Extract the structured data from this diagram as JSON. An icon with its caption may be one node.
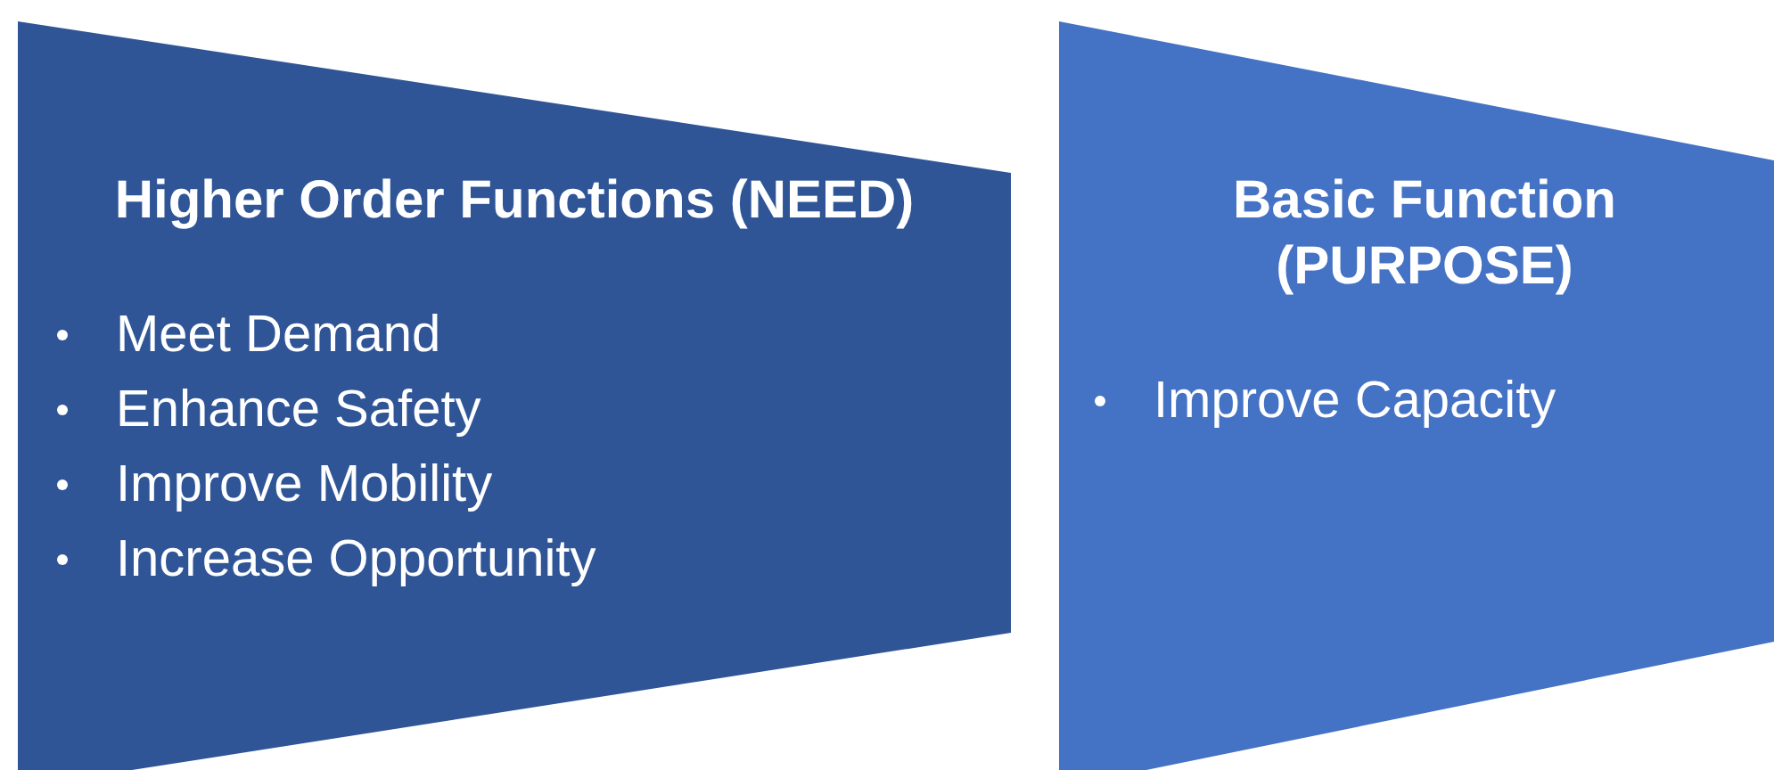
{
  "diagram": {
    "nodes": [
      {
        "text": [
          "Higher Order Functions (NEED)",
          "Meet Demand",
          "Enhance Safety",
          "Improve Mobility",
          "Increase Opportunity"
        ]
      },
      {
        "text": [
          "Basic Function (PURPOSE)",
          "Improve Capacity"
        ]
      }
    ]
  }
}
